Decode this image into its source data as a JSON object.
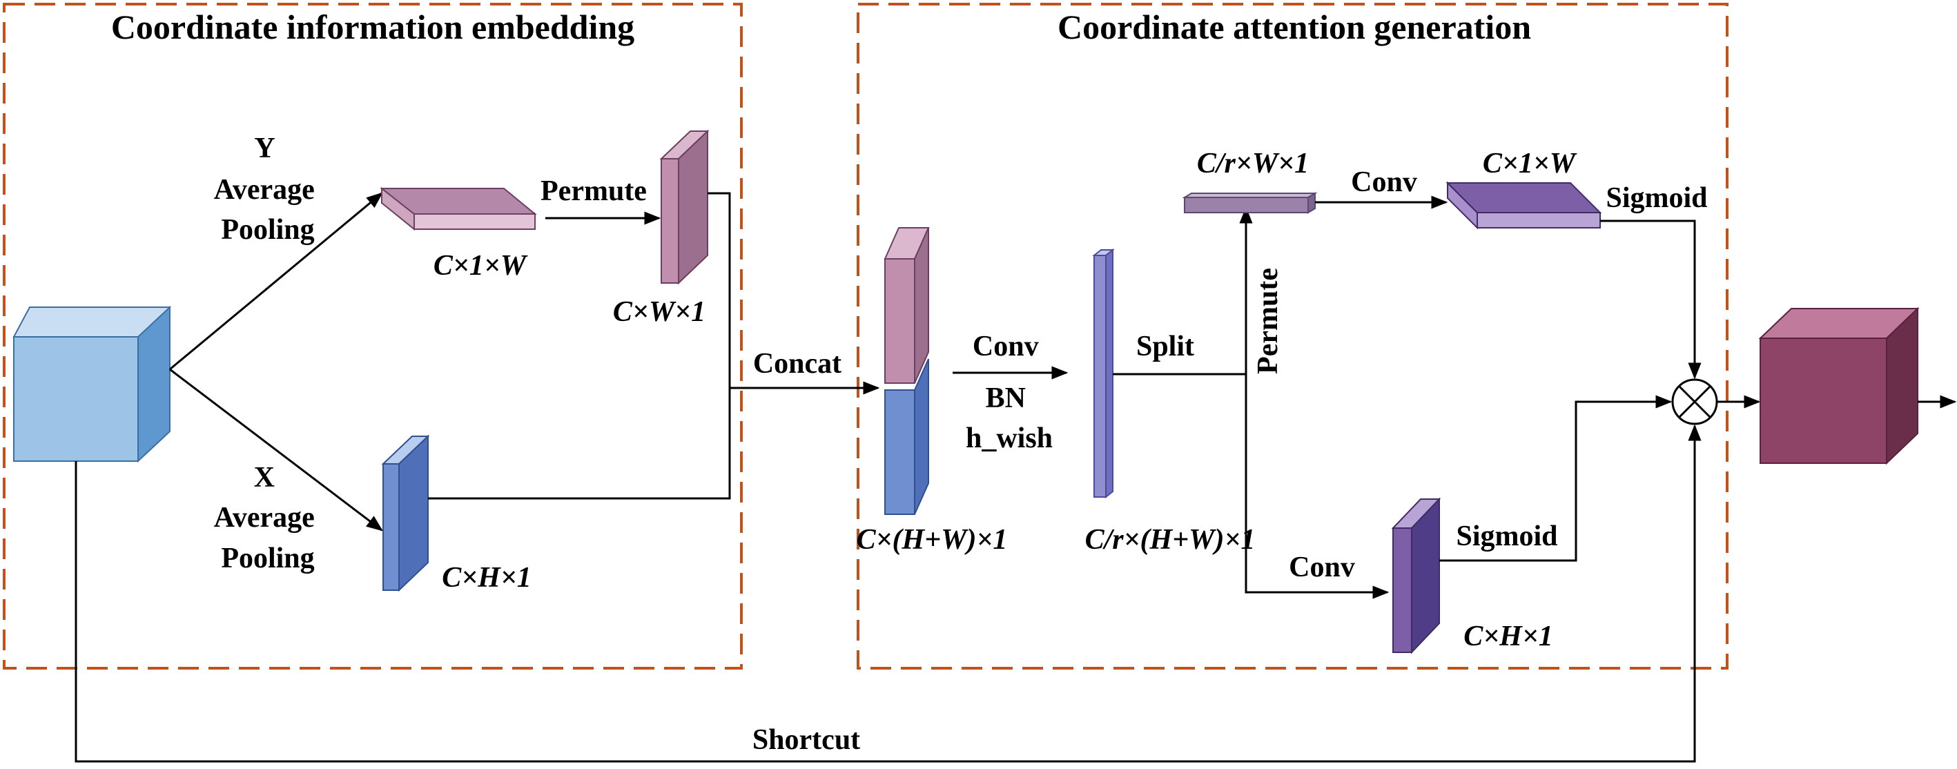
{
  "sections": {
    "left_title": "Coordinate information embedding",
    "right_title": "Coordinate attention generation"
  },
  "labels": {
    "y_pool": [
      "Y",
      "Average",
      "Pooling"
    ],
    "x_pool": [
      "X",
      "Average",
      "Pooling"
    ],
    "permute_top": "Permute",
    "concat": "Concat",
    "conv_bn": [
      "Conv",
      "BN",
      "h_wish"
    ],
    "split": "Split",
    "permute_vertical": "Permute",
    "conv_top": "Conv",
    "conv_bottom": "Conv",
    "sigmoid_top": "Sigmoid",
    "sigmoid_bottom": "Sigmoid",
    "shortcut": "Shortcut",
    "multiply_symbol": "⊗"
  },
  "dims": {
    "c_1_w": "C×1×W",
    "c_w_1": "C×W×1",
    "c_h_1": "C×H×1",
    "c_hw_1": "C×(H+W)×1",
    "cr_hw_1": "C/r×(H+W)×1",
    "cr_w_1": "C/r×W×1",
    "c_1_w_out": "C×1×W",
    "c_h_1_out": "C×H×1"
  },
  "colors": {
    "dashed_border": "#c0531c",
    "input_cube": "#9dc3e6",
    "output_cube": "#8e4466",
    "pink_slab": "#c08fae",
    "blue_slab": "#6f8fd0",
    "lavender_slab": "#8f8fcf",
    "mauve_slab": "#9a82a8",
    "purple_slab": "#7d5fa8"
  }
}
